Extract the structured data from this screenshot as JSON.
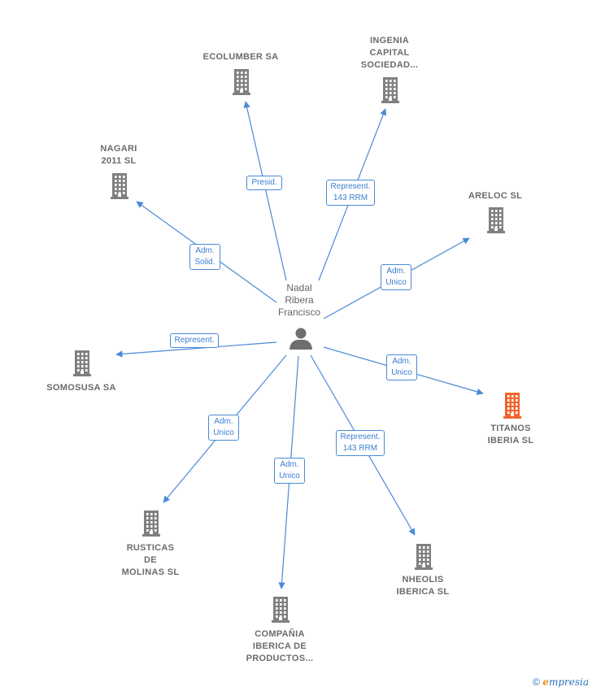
{
  "center": {
    "name_lines": [
      "Nadal",
      "Ribera",
      "Francisco"
    ],
    "icon": "person-icon"
  },
  "nodes": [
    {
      "id": "ecolumber",
      "lines": [
        "ECOLUMBER SA"
      ],
      "color": "#808080",
      "icon": "building-icon"
    },
    {
      "id": "ingenia",
      "lines": [
        "INGENIA",
        "CAPITAL",
        "SOCIEDAD..."
      ],
      "color": "#808080",
      "icon": "building-icon"
    },
    {
      "id": "nagari",
      "lines": [
        "NAGARI",
        "2011 SL"
      ],
      "color": "#808080",
      "icon": "building-icon"
    },
    {
      "id": "areloc",
      "lines": [
        "ARELOC SL"
      ],
      "color": "#808080",
      "icon": "building-icon"
    },
    {
      "id": "somosusa",
      "lines": [
        "SOMOSUSA SA"
      ],
      "color": "#808080",
      "icon": "building-icon"
    },
    {
      "id": "titanos",
      "lines": [
        "TITANOS",
        "IBERIA  SL"
      ],
      "color": "#f2642c",
      "icon": "building-icon"
    },
    {
      "id": "rusticas",
      "lines": [
        "RUSTICAS",
        "DE",
        "MOLINAS  SL"
      ],
      "color": "#808080",
      "icon": "building-icon"
    },
    {
      "id": "nheolis",
      "lines": [
        "NHEOLIS",
        "IBERICA SL"
      ],
      "color": "#808080",
      "icon": "building-icon"
    },
    {
      "id": "compania",
      "lines": [
        "COMPAÑIA",
        "IBERICA DE",
        "PRODUCTOS..."
      ],
      "color": "#808080",
      "icon": "building-icon"
    }
  ],
  "edges": [
    {
      "to": "ecolumber",
      "lines": [
        "Presid."
      ]
    },
    {
      "to": "ingenia",
      "lines": [
        "Represent.",
        "143 RRM"
      ]
    },
    {
      "to": "nagari",
      "lines": [
        "Adm.",
        "Solid."
      ]
    },
    {
      "to": "areloc",
      "lines": [
        "Adm.",
        "Unico"
      ]
    },
    {
      "to": "somosusa",
      "lines": [
        "Represent."
      ]
    },
    {
      "to": "titanos",
      "lines": [
        "Adm.",
        "Unico"
      ]
    },
    {
      "to": "rusticas",
      "lines": [
        "Adm.",
        "Unico"
      ]
    },
    {
      "to": "nheolis",
      "lines": [
        "Represent.",
        "143 RRM"
      ]
    },
    {
      "to": "compania",
      "lines": [
        "Adm.",
        "Unico"
      ]
    }
  ],
  "footer": {
    "copyright": "©",
    "brand_e": "e",
    "brand_rest": "mpresia"
  },
  "colors": {
    "edge": "#4a8ad6",
    "highlight": "#f2642c",
    "building": "#808080"
  }
}
